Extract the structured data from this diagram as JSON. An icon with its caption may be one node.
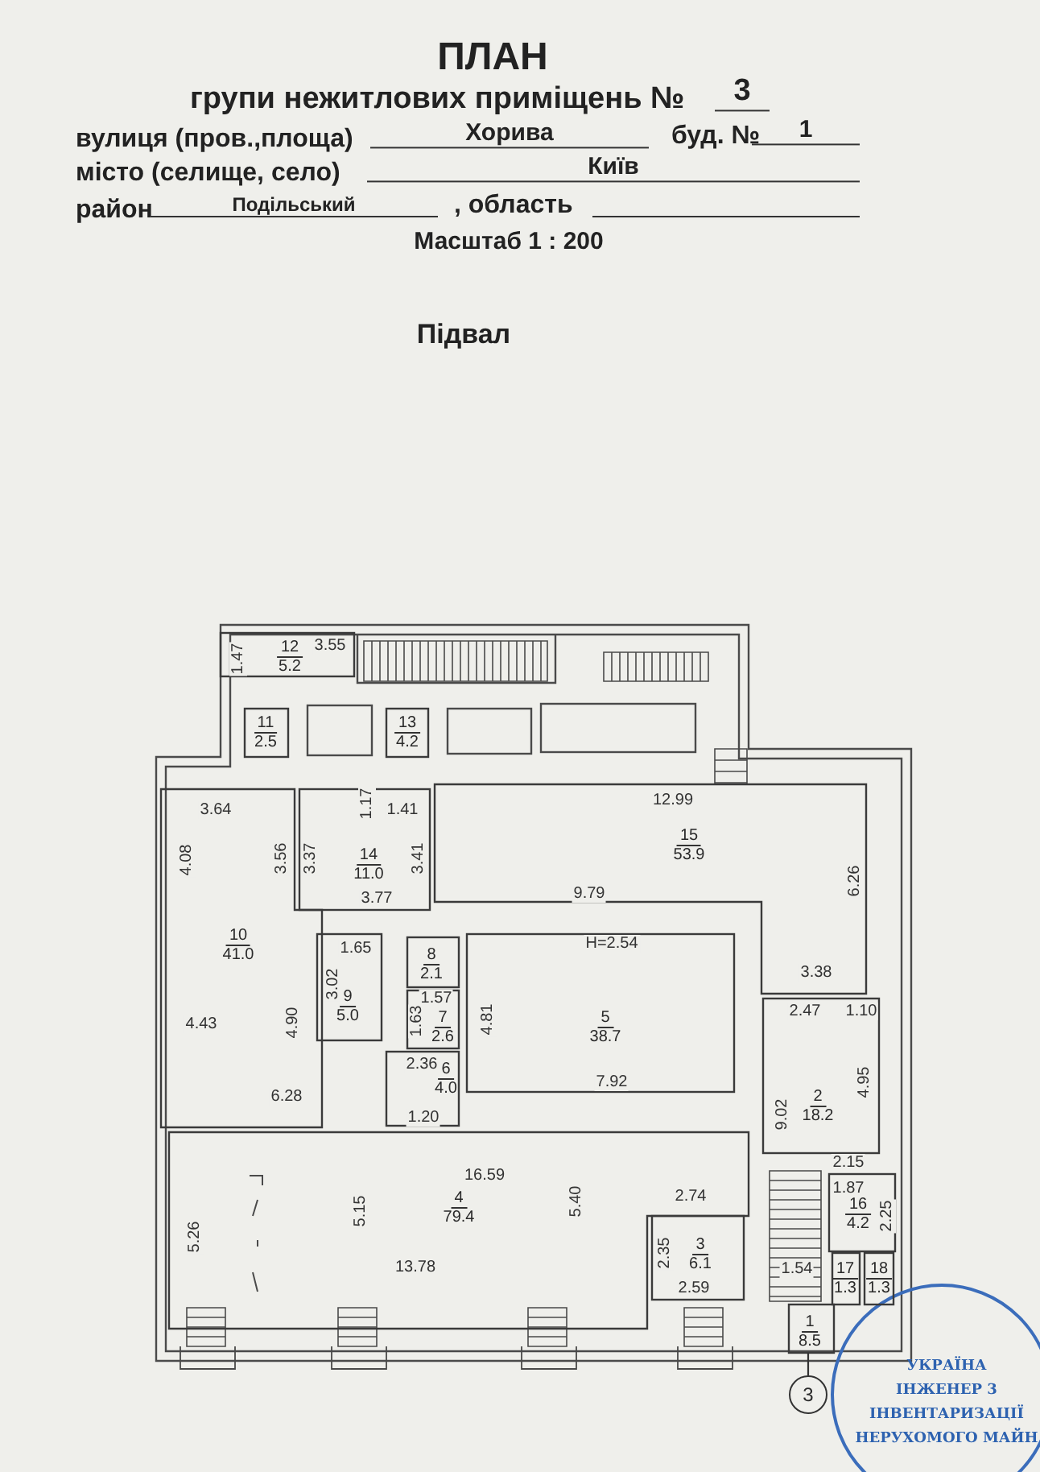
{
  "diagram": {
    "title": "ПЛАН",
    "nodes": [
      {
        "text": [
          "12",
          "5.2"
        ]
      },
      {
        "text": [
          "11",
          "2.5"
        ]
      },
      {
        "text": [
          "13",
          "4.2"
        ]
      },
      {
        "text": [
          "14",
          "11.0"
        ]
      },
      {
        "text": [
          "10",
          "41.0"
        ]
      },
      {
        "text": [
          "15",
          "53.9"
        ]
      },
      {
        "text": [
          "9",
          "5.0"
        ]
      },
      {
        "text": [
          "8",
          "2.1"
        ]
      },
      {
        "text": [
          "7",
          "2.6"
        ]
      },
      {
        "text": [
          "6",
          "4.0"
        ]
      },
      {
        "text": [
          "5",
          "38.7"
        ]
      },
      {
        "text": [
          "2",
          "18.2"
        ]
      },
      {
        "text": [
          "4",
          "79.4"
        ]
      },
      {
        "text": [
          "16",
          "4.2"
        ]
      },
      {
        "text": [
          "3",
          "6.1"
        ]
      },
      {
        "text": [
          "17",
          "1.3"
        ]
      },
      {
        "text": [
          "18",
          "1.3"
        ]
      },
      {
        "text": [
          "1",
          "8.5"
        ]
      },
      {
        "text": [
          "3"
        ]
      }
    ],
    "edges": [
      {
        "from": 18,
        "to": 17,
        "arrow": "none"
      }
    ],
    "labels": [
      "групи нежитлових приміщень №",
      "3",
      "вулиця (пров.,площа)",
      "Хорива",
      "буд. №",
      "1",
      "місто (селище, село)",
      "Київ",
      "район",
      "Подільський",
      ", область",
      "Масштаб 1 : 200",
      "Підвал",
      "1.47",
      "3.55",
      "3.64",
      "1.17",
      "1.41",
      "4.08",
      "3.56",
      "3.37",
      "3.41",
      "12.99",
      "3.77",
      "9.79",
      "6.26",
      "H=2.54",
      "1.65",
      "3.02",
      "1.57",
      "1.63",
      "4.81",
      "4.43",
      "4.90",
      "2.36",
      "7.92",
      "3.38",
      "2.47",
      "1.10",
      "4.95",
      "6.28",
      "1.20",
      "9.02",
      "16.59",
      "5.26",
      "5.15",
      "5.40",
      "2.15",
      "1.87",
      "2.25",
      "2.74",
      "13.78",
      "2.35",
      "1.54",
      "2.59",
      "УКРАЇНА",
      "ІНЖЕНЕР 3",
      "ІНВЕНТАРИЗАЦІЇ",
      "НЕРУХОМОГО МАЙН"
    ]
  }
}
